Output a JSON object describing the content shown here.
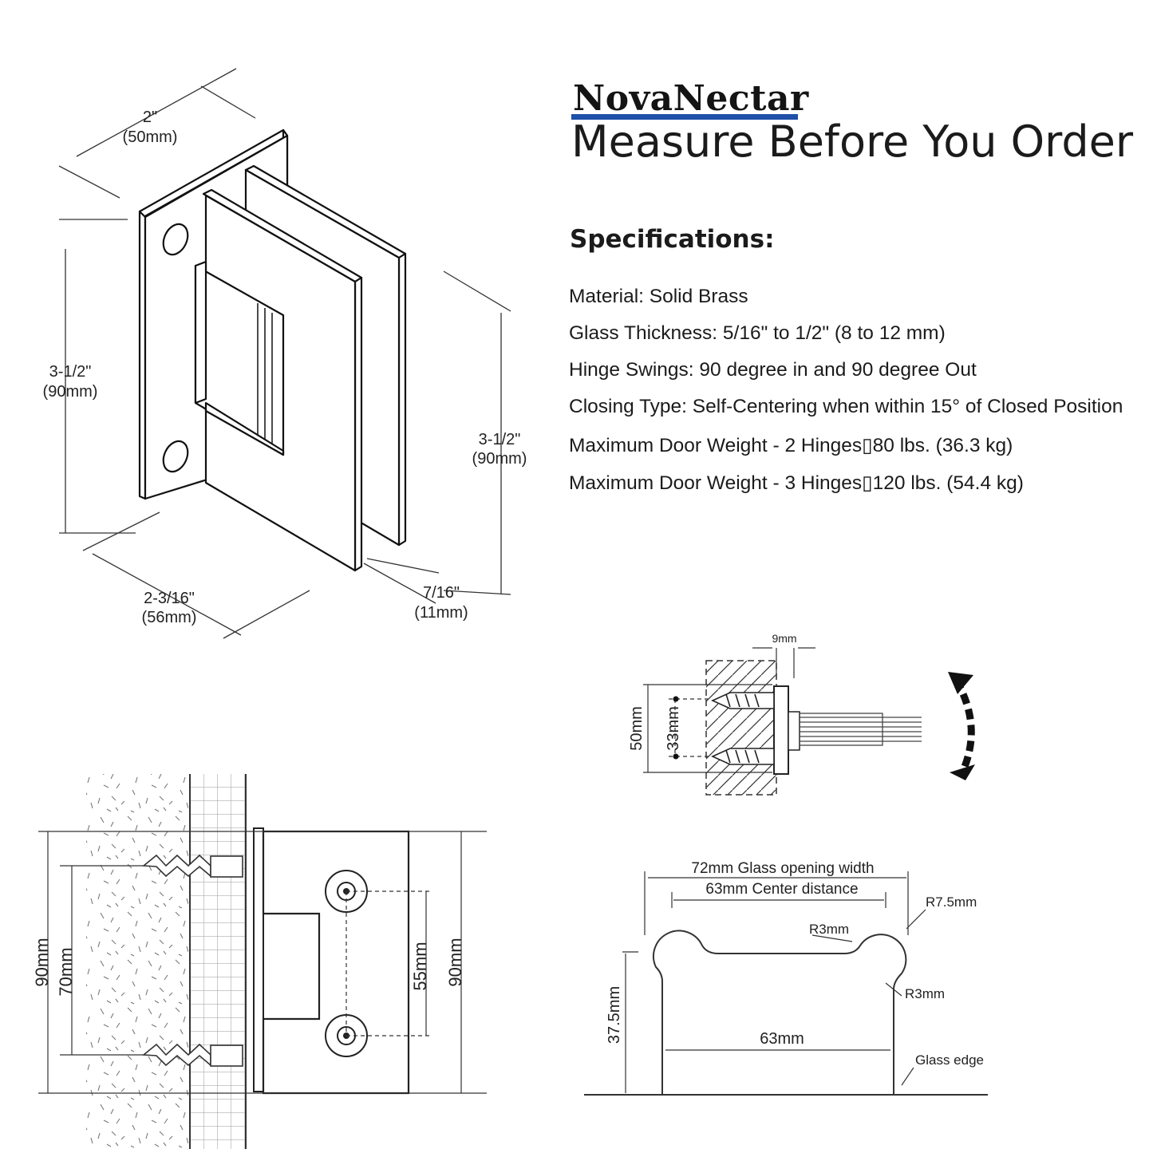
{
  "brand": {
    "name": "NovaNectar",
    "accent": "#1f4fa8"
  },
  "headline": "Measure Before You Order",
  "specifications": {
    "title": "Specifications:",
    "items": [
      "Material: Solid Brass",
      "Glass Thickness:  5/16\" to 1/2\" (8 to 12 mm)",
      "Hinge Swings: 90 degree in and 90 degree Out",
      "Closing Type: Self-Centering when within 15° of Closed Position",
      "Maximum Door Weight - 2 Hinges▯80 lbs. (36.3 kg)",
      "Maximum Door Weight - 3 Hinges▯120 lbs. (54.4 kg)"
    ]
  },
  "iso_dims": {
    "width_in": "2\"",
    "width_mm": "(50mm)",
    "height_left_in": "3-1/2\"",
    "height_left_mm": "(90mm)",
    "height_right_in": "3-1/2\"",
    "height_right_mm": "(90mm)",
    "depth_in": "2-3/16\"",
    "depth_mm": "(56mm)",
    "gap_in": "7/16\"",
    "gap_mm": "(11mm)"
  },
  "top_view": {
    "offset": "9mm",
    "outer": "50mm",
    "inner": "33mm"
  },
  "front_view": {
    "outer_left": "90mm",
    "inner_left": "70mm",
    "holes": "55mm",
    "outer_right": "90mm"
  },
  "cutout": {
    "opening": "72mm Glass opening width",
    "center": "63mm Center distance",
    "radius_large": "R7.5mm",
    "radius_small_top": "R3mm",
    "radius_small_side": "R3mm",
    "depth": "37.5mm",
    "bottom_width": "63mm",
    "edge": "Glass edge"
  }
}
